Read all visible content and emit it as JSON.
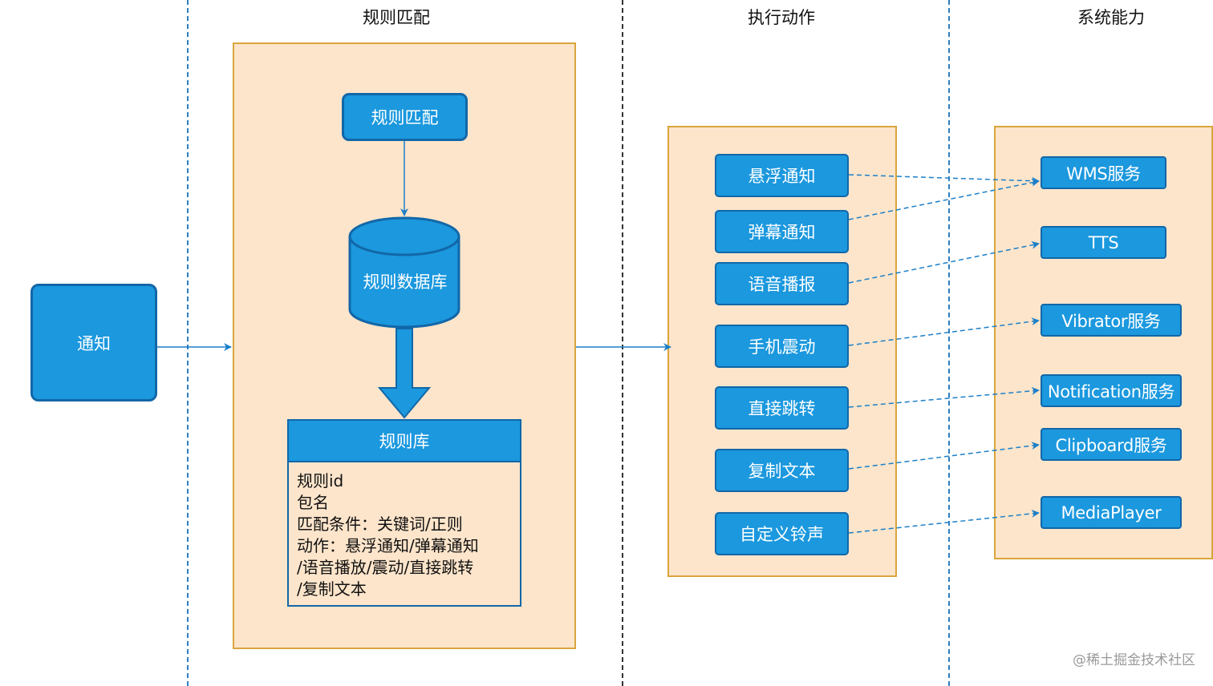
{
  "sections": {
    "rule_match": "规则匹配",
    "execute_action": "执行动作",
    "system_ability": "系统能力"
  },
  "nodes": {
    "notification": "通知",
    "rule_match": "规则匹配",
    "rule_database": "规则数据库",
    "rule_library": {
      "title": "规则库",
      "lines": [
        "规则id",
        "包名",
        "匹配条件：关键词/正则",
        "动作：悬浮通知/弹幕通知",
        "/语音播放/震动/直接跳转",
        "/复制文本"
      ]
    }
  },
  "actions": [
    "悬浮通知",
    "弹幕通知",
    "语音播报",
    "手机震动",
    "直接跳转",
    "复制文本",
    "自定义铃声"
  ],
  "system": [
    "WMS服务",
    "TTS",
    "Vibrator服务",
    "Notification服务",
    "Clipboard服务",
    "MediaPlayer"
  ],
  "watermark": "@稀土掘金技术社区",
  "colors": {
    "node_fill": "#1b98de",
    "node_border": "#1267a8",
    "container_fill": "#fde5cb",
    "container_border": "#d9a53c"
  }
}
